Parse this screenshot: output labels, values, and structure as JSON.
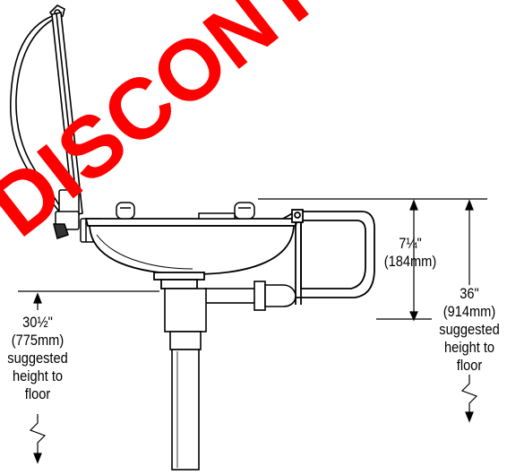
{
  "watermark": {
    "text": "DISCONTINUED",
    "color": "#ff0000"
  },
  "dimensions": {
    "basin_depth": {
      "imperial": "7¼\"",
      "metric": "(184mm)"
    },
    "basin_rim_height": {
      "imperial": "36\"",
      "metric": "(914mm)",
      "note_line1": "suggested",
      "note_line2": "height to",
      "note_line3": "floor"
    },
    "drain_height": {
      "imperial": "30½\"",
      "metric": "(775mm)",
      "note_line1": "suggested",
      "note_line2": "height to",
      "note_line3": "floor"
    }
  },
  "colors": {
    "line": "#000000",
    "watermark": "#ff0000",
    "background": "#ffffff"
  }
}
